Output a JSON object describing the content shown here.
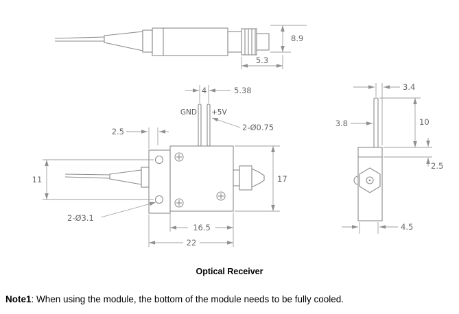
{
  "caption": "Optical Receiver",
  "note": {
    "label": "Note1",
    "text": ": When using the module, the bottom of the module needs to be fully cooled."
  },
  "top_view": {
    "connector_height": "8.9",
    "connector_offset": "5.3"
  },
  "front_view": {
    "pin_label_left": "GND",
    "pin_label_right": "+5V",
    "pin_spacing": "4",
    "pin_to_edge": "5.38",
    "pin_diameter": "2-Ø0.75",
    "flange_offset": "2.5",
    "hole_spacing": "11",
    "body_height": "17",
    "hole_diameter": "2-Ø3.1",
    "body_width": "16.5",
    "total_width": "22"
  },
  "side_view": {
    "pin_offset": "3.4",
    "pin_inset": "3.8",
    "pin_height": "10",
    "step_height": "2.5",
    "body_width": "4.5"
  }
}
